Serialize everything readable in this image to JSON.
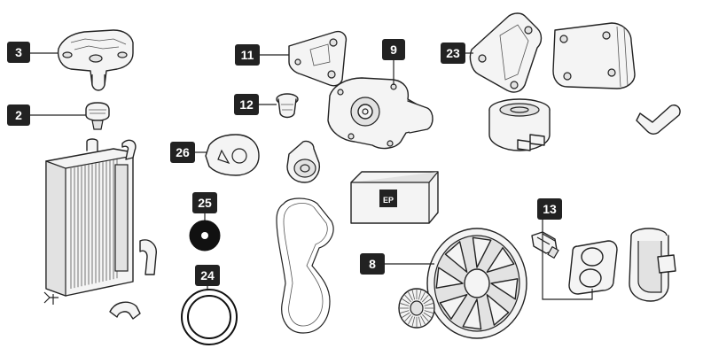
{
  "callouts": {
    "c3": "3",
    "c2": "2",
    "c11": "11",
    "c12": "12",
    "c9": "9",
    "c23": "23",
    "c26": "26",
    "c25": "25",
    "c24": "24",
    "c8": "8",
    "c13": "13"
  },
  "box_label": "EP"
}
